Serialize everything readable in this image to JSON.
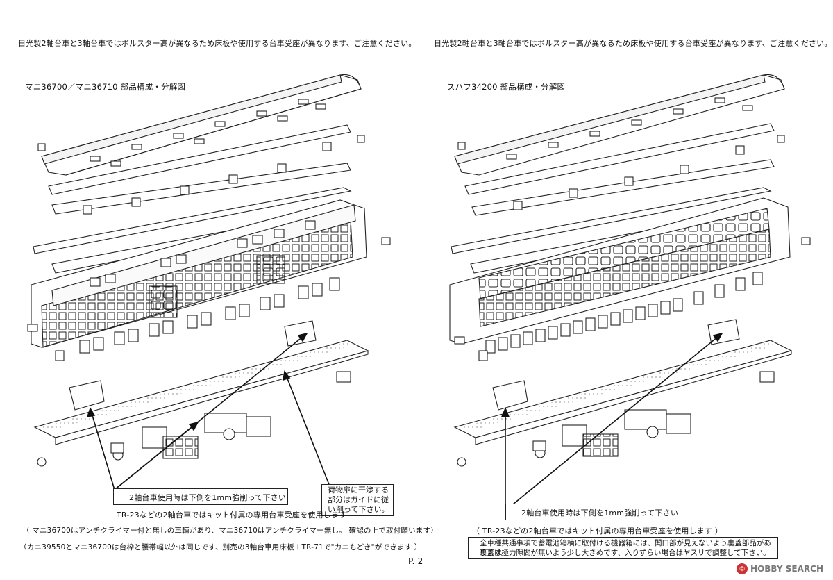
{
  "left": {
    "header": "日光製2軸台車と3軸台車ではボルスター高が異なるため床板や使用する台車受座が異なります、ご注意ください。",
    "title": "マニ36700／マニ36710 部品構成・分解図",
    "callout_main": "2軸台車使用時は下側を1mm強削って下さい",
    "callout_side": [
      "荷物扉に干渉する",
      "部分はガイドに従い",
      "削って下さい。"
    ],
    "note1": "TR-23などの2軸台車ではキット付属の専用台車受座を使用します",
    "note2": "（ マニ36700はアンチクライマー付と無しの車輌があり、マニ36710はアンチクライマー無し。 確認の上で取付願います）",
    "note3": "（カニ39550とマニ36700は台枠と腰帯幅以外は同じです、別売の3軸台車用床板＋TR-71で\"カニもどき\"ができます ）"
  },
  "right": {
    "header": "日光製2軸台車と3軸台車ではボルスター高が異なるため床板や使用する台車受座が異なります、ご注意ください。",
    "title": "スハフ34200 部品構成・分解図",
    "callout_main": "2軸台車使用時は下側を1mm強削って下さい",
    "note1": "（ TR-23などの2軸台車ではキット付属の専用台車受座を使用します ）",
    "note_box": [
      "全車種共通事項で蓄電池箱横に取付ける機器箱には、開口部が見えないよう裏蓋部品があります。",
      "裏蓋は極力隙間が無いよう少し大きめです、入りずらい場合はヤスリで調整して下さい。"
    ]
  },
  "footer": {
    "page": "P. 2",
    "watermark": "HOBBY SEARCH"
  },
  "icons": [
    "hobby-search-logo-icon"
  ]
}
